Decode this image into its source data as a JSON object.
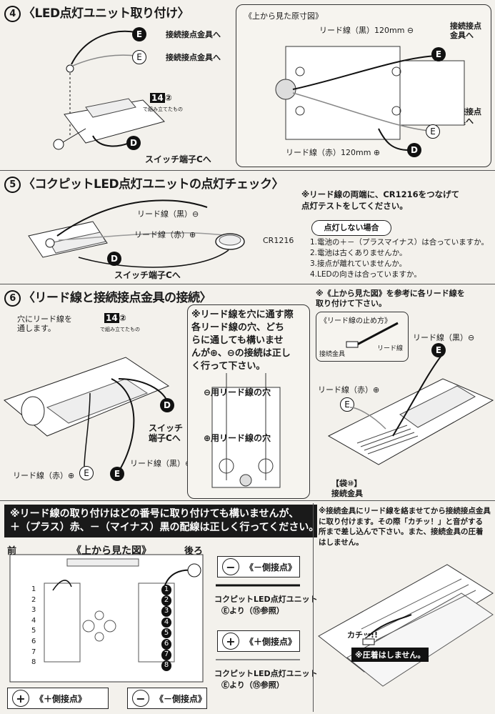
{
  "s4": {
    "num": "4",
    "title": "〈LED点灯ユニット取り付け〉",
    "step_ref": "14",
    "step_ref_sub": "②",
    "step_ref_note": "で組み立てたもの",
    "e_label_1": "接続接点金具へ",
    "e_label_2": "接続接点金具へ",
    "d_label": "スイッチ端子Cへ",
    "badge_e": "E",
    "badge_d": "D",
    "inset_title": "《上から見た原寸図》",
    "inset_lead_black": "リード線（黒）120mm ⊖",
    "inset_lead_red": "リード線（赤）120mm ⊕",
    "inset_e_top": "接続接点\n金具へ",
    "inset_e_bottom": "接続接点\n金具へ"
  },
  "s5": {
    "num": "5",
    "title": "〈コクピットLED点灯ユニットの点灯チェック〉",
    "lead_black": "リード線（黒）⊖",
    "lead_red": "リード線（赤）⊕",
    "battery": "CR1216",
    "d_label": "スイッチ端子Cへ",
    "note": "※リード線の両端に、CR1216をつなげて\n点灯テストをしてください。",
    "trouble_title": "点灯しない場合",
    "trouble_items": [
      "1.電池の＋－（プラスマイナス）は合っていますか。",
      "2.電池は古くありませんか。",
      "3.接点が離れていませんか。",
      "4.LEDの向きは合っていますか。"
    ]
  },
  "s6": {
    "num": "6",
    "title": "〈リード線と接続接点金具の接続〉",
    "hole_note": "穴にリード線を\n通します。",
    "step_ref": "14",
    "step_ref_sub": "②",
    "step_ref_note": "で組み立てたもの",
    "lead_red": "リード線（赤）⊕",
    "lead_black": "リード線（黒）⊖",
    "switch_label": "スイッチ\n端子Cへ",
    "center_note": "※リード線を穴に通す際\n各リード線の穴、どち\nらに通しても構いませ\nんが⊕、⊖の接続は正し\nく行って下さい。",
    "minus_hole": "⊖用リード線の穴",
    "plus_hole": "⊕用リード線の穴",
    "right_note": "※《上から見た図》を参考に各リード線を\n取り付けて下さい。",
    "stop_title": "《リード線の止め方》",
    "stop_metal": "接続金具",
    "stop_lead": "リード線",
    "r_lead_black": "リード線（黒）⊖",
    "r_lead_red": "リード線（赤）⊕",
    "bag": "【袋⑩】\n接続金具"
  },
  "bottom": {
    "banner": "※リード線の取り付けはどの番号に取り付けても構いませんが、\n＋（プラス）赤、－（マイナス）黒の配線は正しく行ってください。",
    "front": "前",
    "top_view": "《上から見た図》",
    "rear": "後ろ",
    "numbers": [
      "1",
      "2",
      "3",
      "4",
      "5",
      "6",
      "7",
      "8"
    ],
    "minus_contact": "《－側接点》",
    "plus_contact": "《＋側接点》",
    "unit_label": "コクピットLED点灯ユニット",
    "from_e": "Ⓔより（⑮参照）",
    "foot_plus": "《＋側接点》",
    "foot_minus": "《－側接点》",
    "right_note": "※接続金具にリード線を絡ませてから接続接点金具\nに取り付けます。その際「カチッ！」と音がする\n所まで差し込んで下さい。また、接続金具の圧着\nはしません。",
    "kachi": "カチッ!!",
    "no_crimp": "※圧着はしません。"
  }
}
